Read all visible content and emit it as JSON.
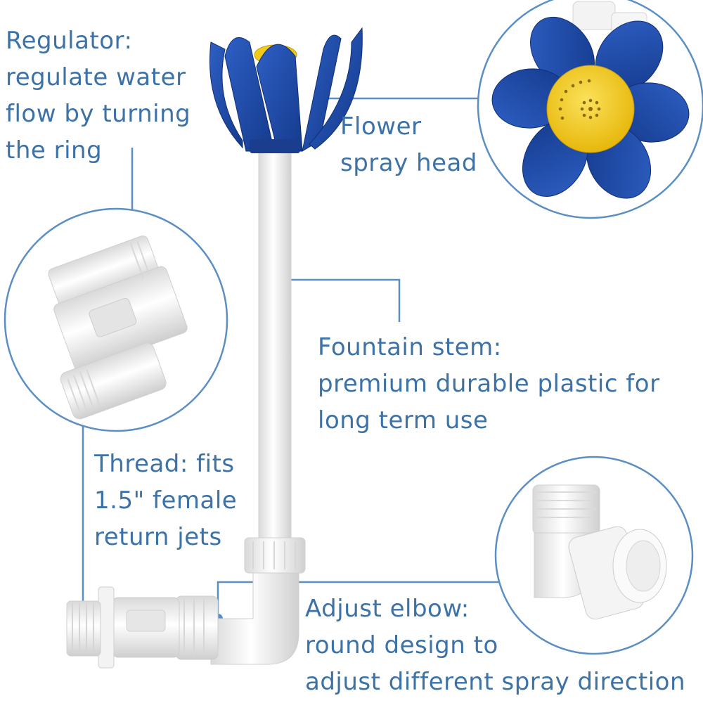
{
  "callouts": {
    "regulator": [
      "Regulator:",
      "regulate water",
      "flow by turning",
      "the ring"
    ],
    "flower": [
      "Flower",
      "spray head"
    ],
    "stem": [
      "Fountain stem:",
      "premium durable plastic for",
      "long term use"
    ],
    "thread": [
      "Thread: fits",
      "1.5\" female",
      "return jets"
    ],
    "elbow": [
      "Adjust elbow:",
      "round design to",
      "adjust different spray direction"
    ]
  },
  "colors": {
    "text": "#3d72a6",
    "line": "#5b8fc4",
    "petal": "#1f4aa8",
    "spray_center": "#f2cf1b",
    "plastic": "#f2f2f2"
  }
}
